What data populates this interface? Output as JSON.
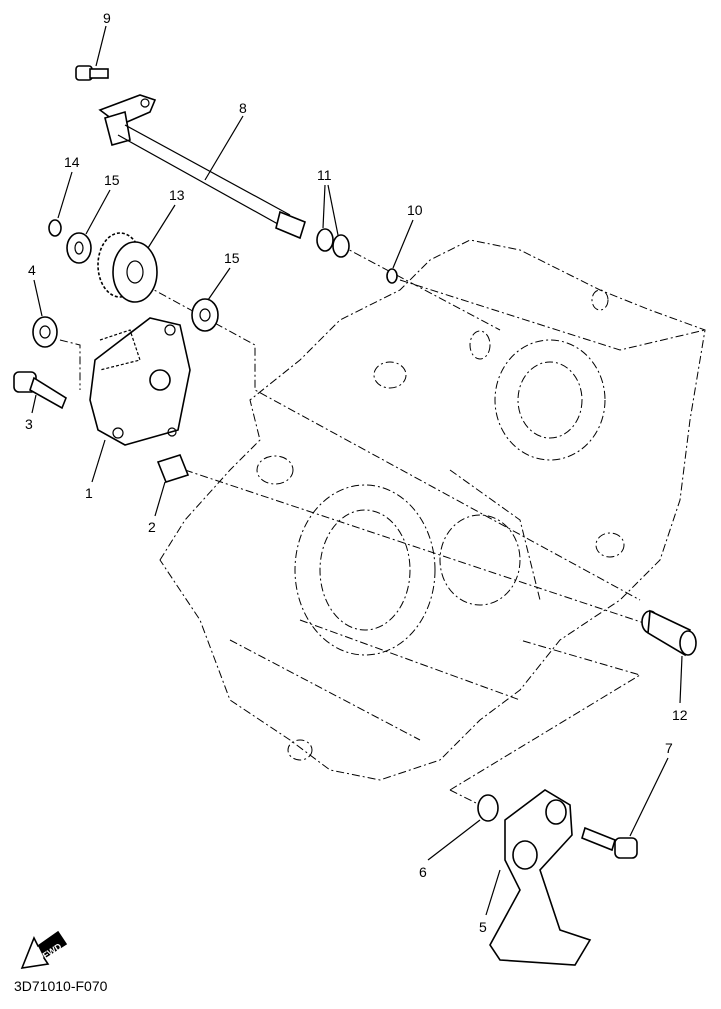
{
  "diagram_code": "3D71010-F070",
  "fwd_label": "FWD",
  "callouts": {
    "c1": "1",
    "c2": "2",
    "c3": "3",
    "c4": "4",
    "c5": "5",
    "c6": "6",
    "c7": "7",
    "c8": "8",
    "c9": "9",
    "c10": "10",
    "c11": "11",
    "c12": "12",
    "c13": "13",
    "c14": "14",
    "c15a": "15",
    "c15b": "15"
  }
}
